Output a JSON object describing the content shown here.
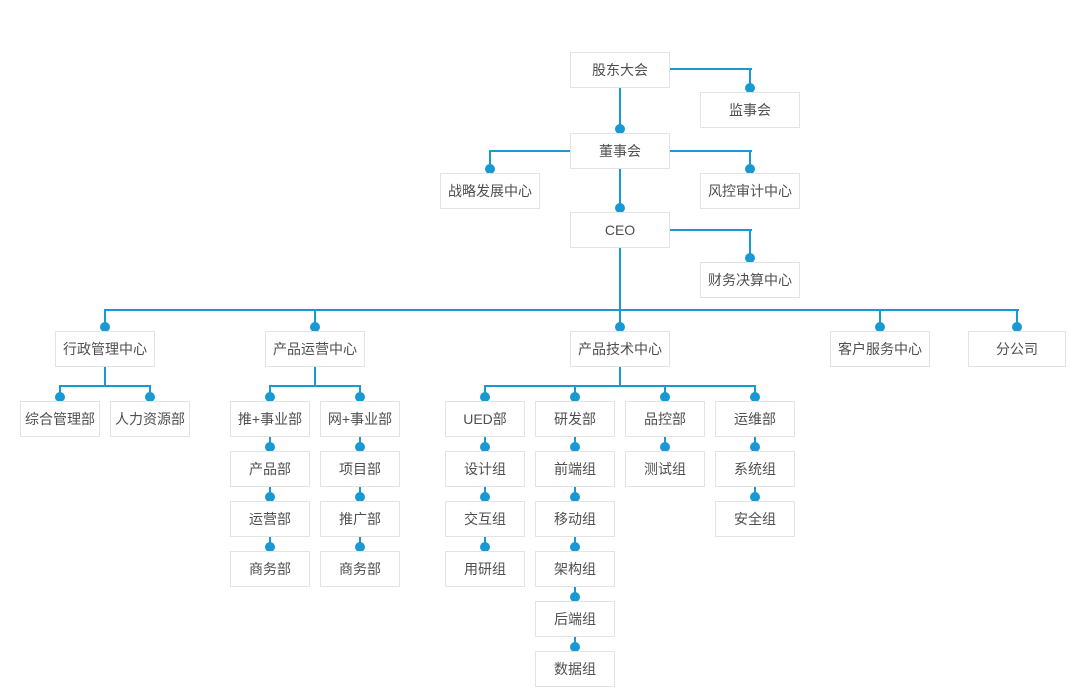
{
  "colors": {
    "line": "#1899d4",
    "box_border": "#e3e3e3",
    "box_bg": "#ffffff",
    "text": "#4f4f4f",
    "page_bg": "#ffffff"
  },
  "nodes": {
    "shareholders_meeting": "股东大会",
    "supervisory_board": "监事会",
    "board_of_directors": "董事会",
    "strategy_center": "战略发展中心",
    "risk_audit_center": "风控审计中心",
    "ceo": "CEO",
    "finance_center": "财务决算中心",
    "admin_center": "行政管理中心",
    "ops_center": "产品运营中心",
    "tech_center": "产品技术中心",
    "service_center": "客户服务中心",
    "branch_company": "分公司",
    "general_mgmt_dept": "综合管理部",
    "hr_dept": "人力资源部",
    "tui_division": "推+事业部",
    "wang_division": "网+事业部",
    "product_dept": "产品部",
    "operations_dept": "运营部",
    "business_dept_tui": "商务部",
    "project_dept": "项目部",
    "promotion_dept": "推广部",
    "business_dept_wang": "商务部",
    "ued_dept": "UED部",
    "design_group": "设计组",
    "interaction_group": "交互组",
    "user_research_group": "用研组",
    "rd_dept": "研发部",
    "frontend_group": "前端组",
    "mobile_group": "移动组",
    "architecture_group": "架构组",
    "backend_group": "后端组",
    "data_group": "数据组",
    "qc_dept": "品控部",
    "testing_group": "测试组",
    "ops_maintenance_dept": "运维部",
    "system_group": "系统组",
    "security_group": "安全组"
  },
  "hierarchy": {
    "shareholders_meeting": [
      "supervisory_board",
      "board_of_directors"
    ],
    "board_of_directors": [
      "strategy_center",
      "risk_audit_center",
      "ceo"
    ],
    "ceo": [
      "finance_center",
      "admin_center",
      "ops_center",
      "tech_center",
      "service_center",
      "branch_company"
    ],
    "admin_center": [
      "general_mgmt_dept",
      "hr_dept"
    ],
    "ops_center": [
      "tui_division",
      "wang_division"
    ],
    "tui_division": [
      "product_dept",
      "operations_dept",
      "business_dept_tui"
    ],
    "wang_division": [
      "project_dept",
      "promotion_dept",
      "business_dept_wang"
    ],
    "tech_center": [
      "ued_dept",
      "rd_dept",
      "qc_dept",
      "ops_maintenance_dept"
    ],
    "ued_dept": [
      "design_group",
      "interaction_group",
      "user_research_group"
    ],
    "rd_dept": [
      "frontend_group",
      "mobile_group",
      "architecture_group",
      "backend_group",
      "data_group"
    ],
    "qc_dept": [
      "testing_group"
    ],
    "ops_maintenance_dept": [
      "system_group",
      "security_group"
    ]
  }
}
